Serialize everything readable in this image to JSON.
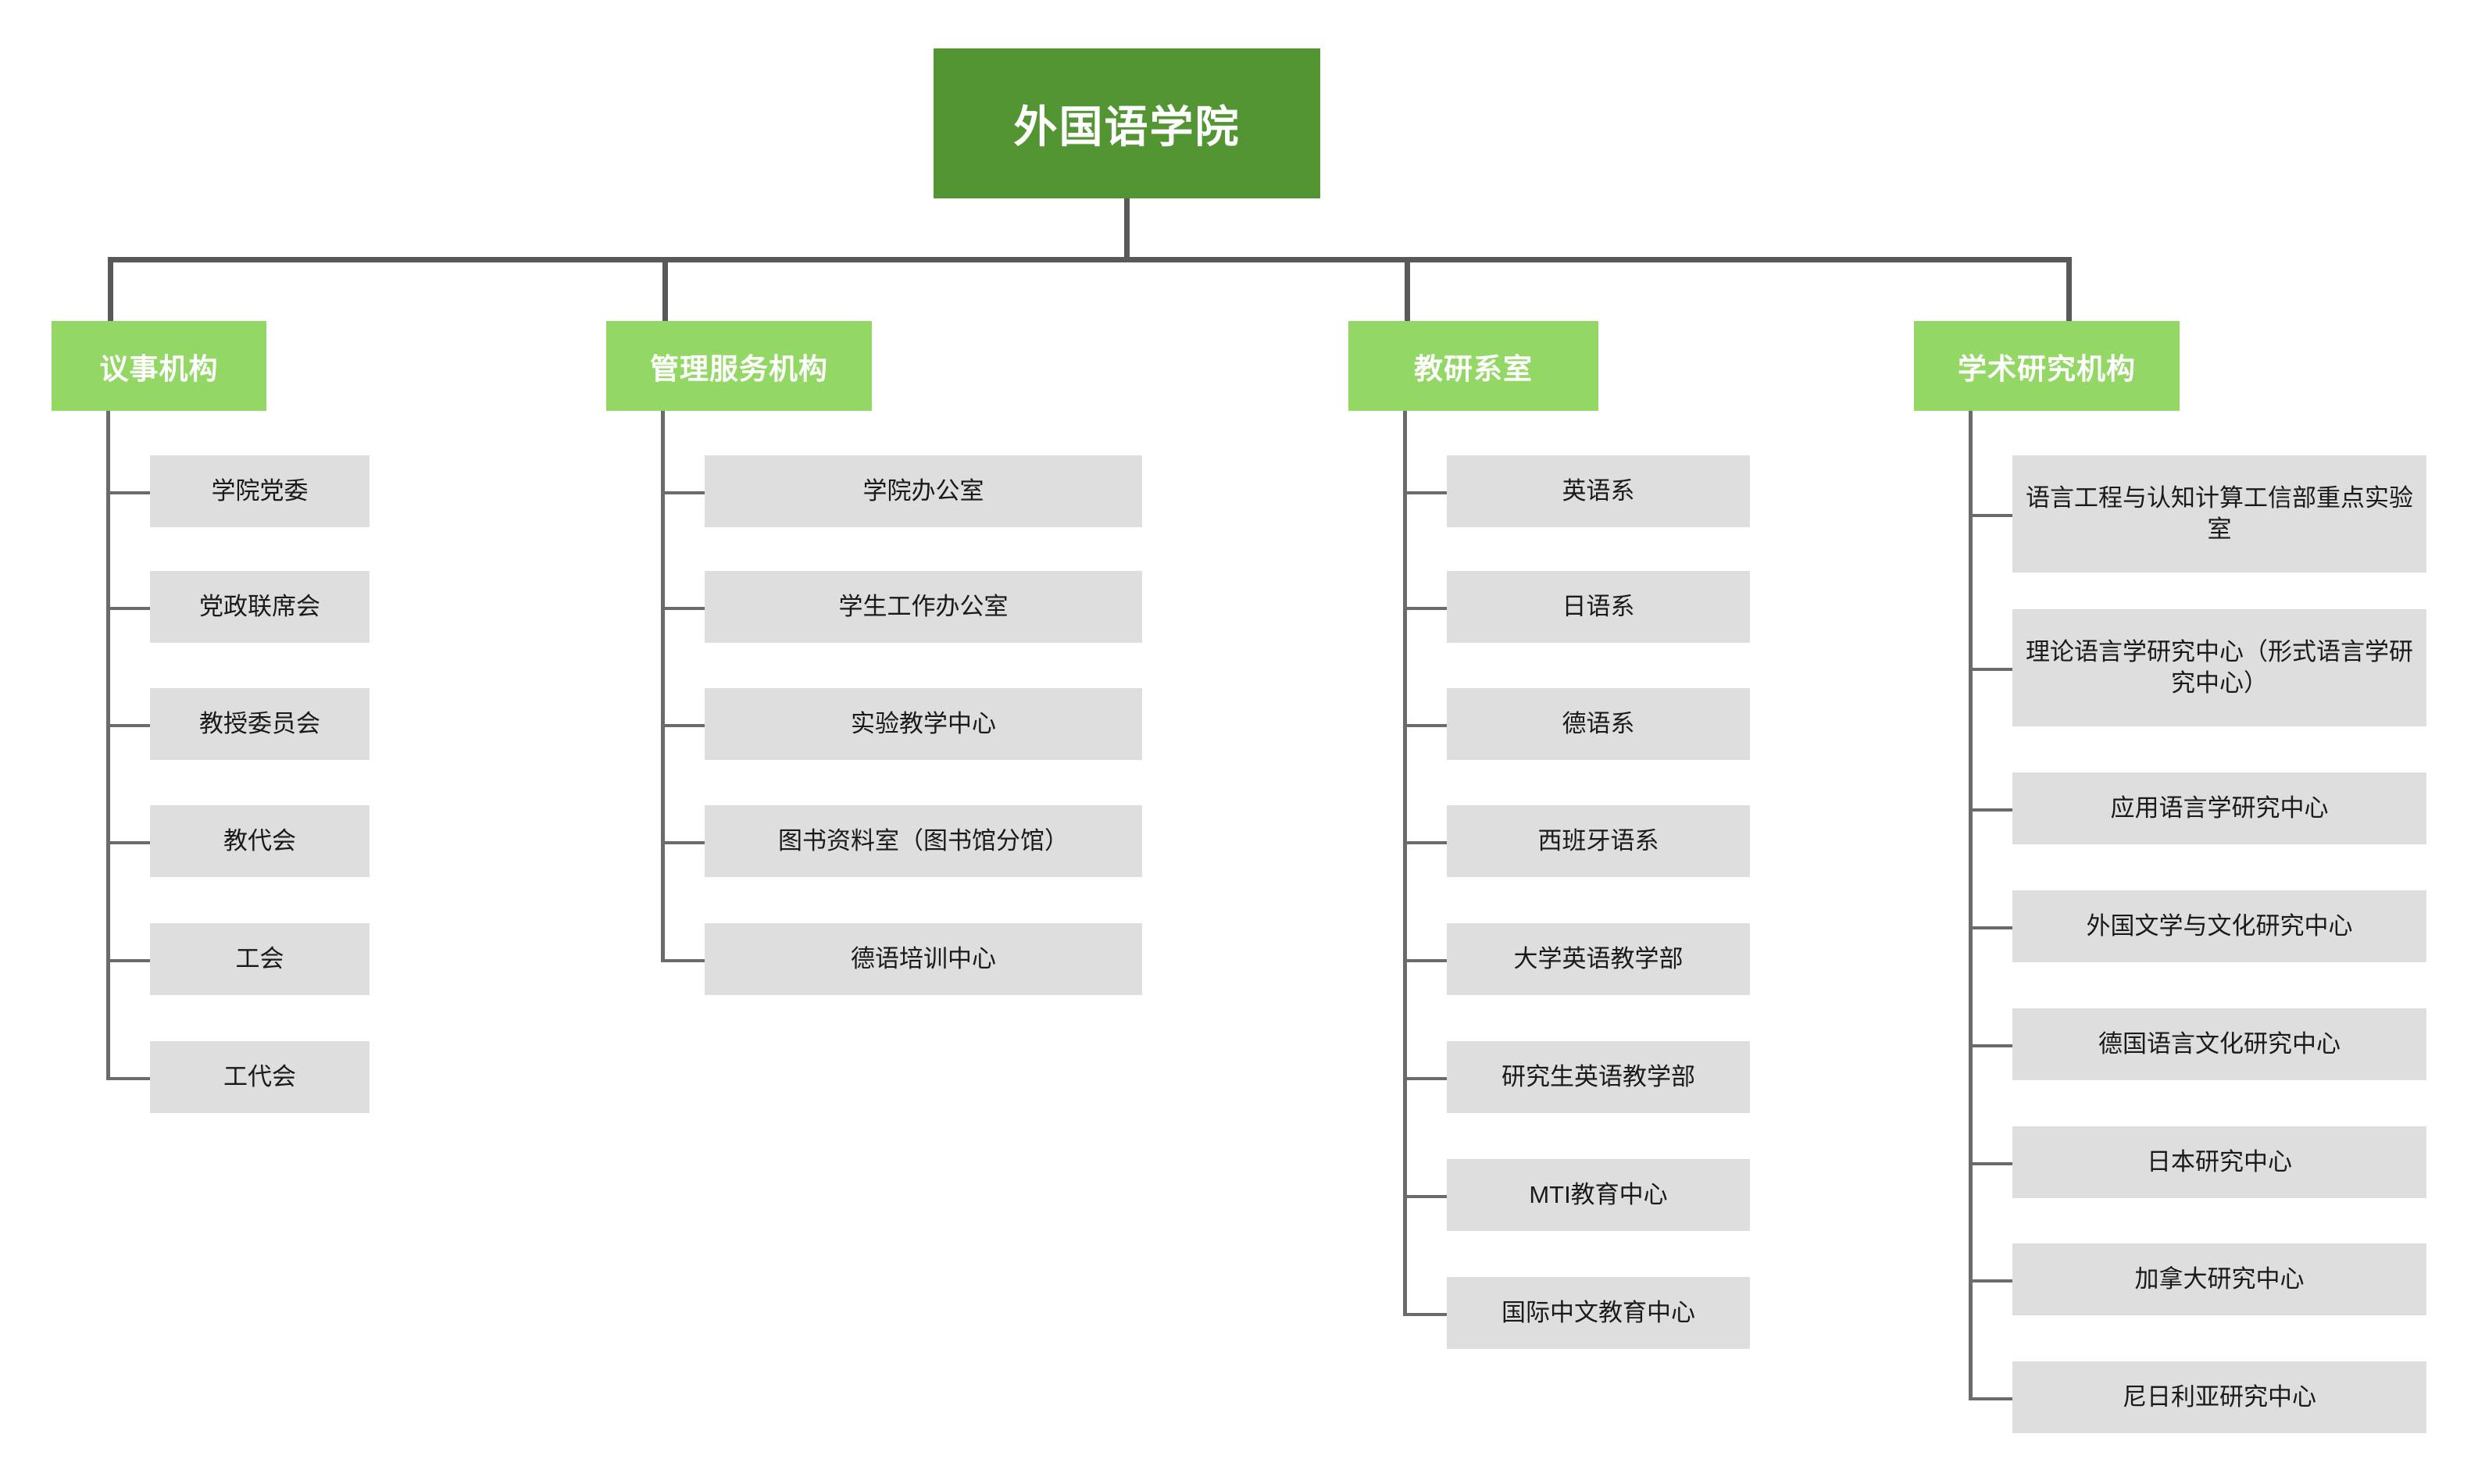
{
  "chart_data": {
    "type": "diagram",
    "diagram_kind": "organization-chart",
    "title": "外国语学院",
    "orientation": "top-down",
    "levels": 3,
    "colors": {
      "root_box": "#539433",
      "category_box": "#93D765",
      "leaf_box": "#DEDEDE",
      "connector": "#595959",
      "root_text": "#FFFFFF",
      "category_text": "#FFFFFF",
      "leaf_text": "#1A1A1A",
      "background": "#FFFFFF"
    },
    "node_counts": {
      "root": 1,
      "categories": 4,
      "leaves": 27
    }
  },
  "root": {
    "label": "外国语学院"
  },
  "branches": [
    {
      "id": "deliberative",
      "label": "议事机构",
      "children": [
        {
          "label": "学院党委"
        },
        {
          "label": "党政联席会"
        },
        {
          "label": "教授委员会"
        },
        {
          "label": "教代会"
        },
        {
          "label": "工会"
        },
        {
          "label": "工代会"
        }
      ]
    },
    {
      "id": "admin-service",
      "label": "管理服务机构",
      "children": [
        {
          "label": "学院办公室"
        },
        {
          "label": "学生工作办公室"
        },
        {
          "label": "实验教学中心"
        },
        {
          "label": "图书资料室（图书馆分馆）"
        },
        {
          "label": "德语培训中心"
        }
      ]
    },
    {
      "id": "teaching-departments",
      "label": "教研系室",
      "children": [
        {
          "label": "英语系"
        },
        {
          "label": "日语系"
        },
        {
          "label": "德语系"
        },
        {
          "label": "西班牙语系"
        },
        {
          "label": "大学英语教学部"
        },
        {
          "label": "研究生英语教学部"
        },
        {
          "label": "MTI教育中心"
        },
        {
          "label": "国际中文教育中心"
        }
      ]
    },
    {
      "id": "academic-research",
      "label": "学术研究机构",
      "children": [
        {
          "label": "语言工程与认知计算工信部重点实验室"
        },
        {
          "label": "理论语言学研究中心（形式语言学研究中心）"
        },
        {
          "label": "应用语言学研究中心"
        },
        {
          "label": "外国文学与文化研究中心"
        },
        {
          "label": "德国语言文化研究中心"
        },
        {
          "label": "日本研究中心"
        },
        {
          "label": "加拿大研究中心"
        },
        {
          "label": "尼日利亚研究中心"
        }
      ]
    }
  ]
}
